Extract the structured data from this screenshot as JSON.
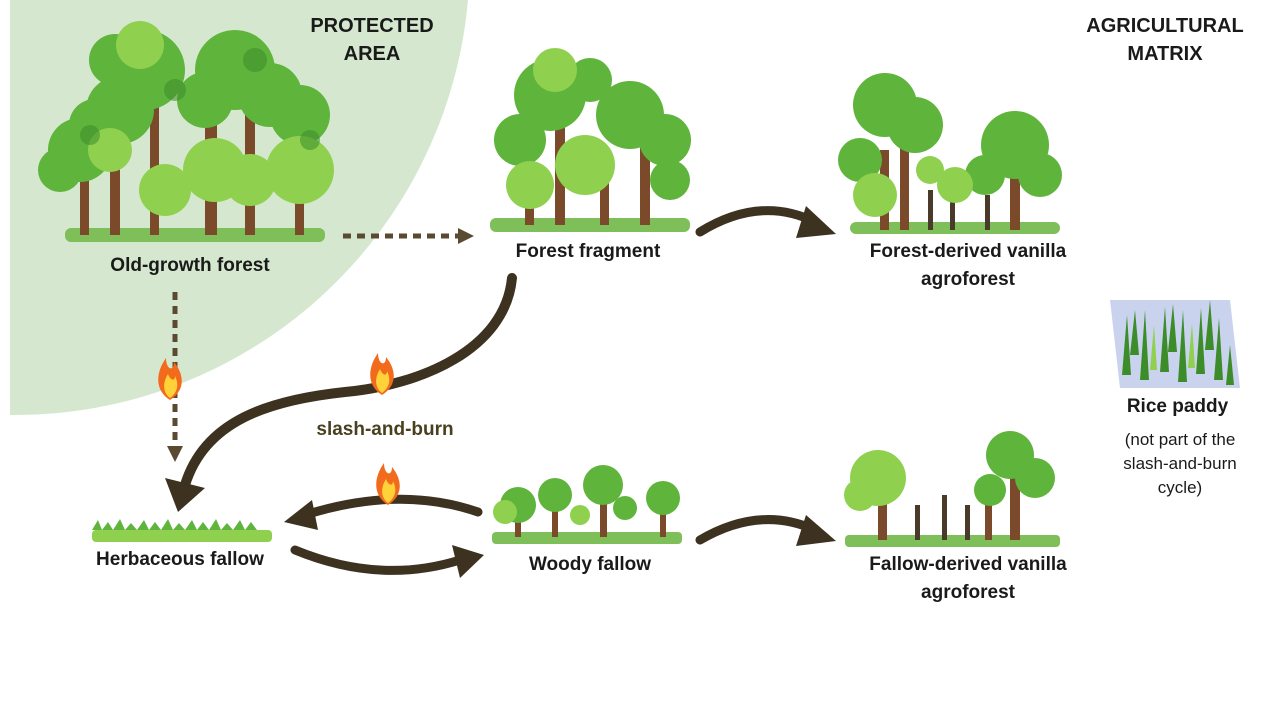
{
  "regions": {
    "protected_area": [
      "PROTECTED",
      "AREA"
    ],
    "agricultural_matrix": [
      "AGRICULTURAL",
      "MATRIX"
    ]
  },
  "nodes": {
    "old_growth_forest": "Old-growth forest",
    "forest_fragment": "Forest fragment",
    "forest_derived_vanilla": [
      "Forest-derived vanilla",
      "agroforest"
    ],
    "herbaceous_fallow": "Herbaceous fallow",
    "woody_fallow": "Woody fallow",
    "fallow_derived_vanilla": [
      "Fallow-derived vanilla",
      "agroforest"
    ],
    "rice_paddy": "Rice paddy"
  },
  "rice_note": [
    "(not part of the",
    "slash-and-burn",
    "cycle)"
  ],
  "process_label": "slash-and-burn",
  "colors": {
    "protected_bg": "#d5e8cf",
    "arrow_dark": "#3d3220",
    "arrow_dotted": "#5a4a32",
    "label_olive": "#4a4020",
    "tree_light": "#8fd14f",
    "tree_mid": "#5fb43c",
    "tree_dark": "#3d8c2a",
    "trunk": "#7a4a2a",
    "fire_outer": "#f26a1b",
    "fire_inner": "#ffd23a",
    "paddy_bg": "#c9d3ee"
  },
  "icons": [
    "fire-icon",
    "tree-cluster-icon",
    "grass-strip-icon",
    "rice-plant-icon"
  ]
}
